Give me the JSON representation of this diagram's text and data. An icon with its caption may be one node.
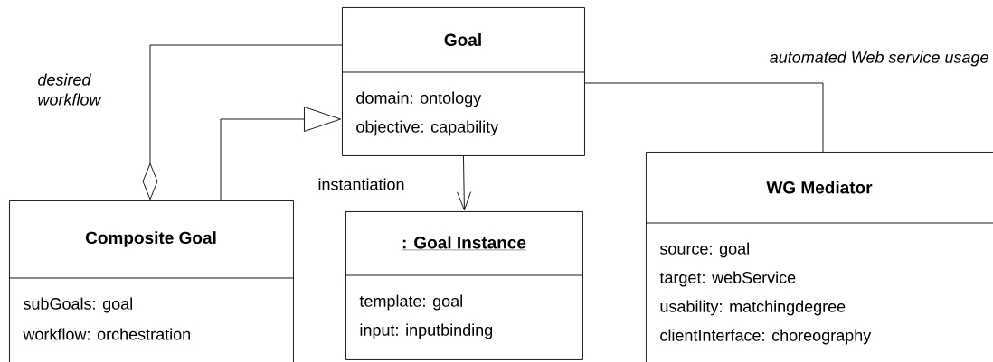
{
  "diagram": {
    "nodes": [
      {
        "text": [
          "Goal",
          "domain: ontology",
          "objective: capability"
        ]
      },
      {
        "text": [
          "Composite Goal",
          "subGoals: goal",
          "workflow: orchestration"
        ]
      },
      {
        "text": [
          ": Goal Instance",
          "template: goal",
          "input: inputbinding"
        ]
      },
      {
        "text": [
          "WG Mediator",
          "source: goal",
          "target: webService",
          "usability: matchingdegree",
          "clientInterface: choreography"
        ]
      }
    ],
    "edges": [
      {
        "from": 0,
        "to": 1,
        "arrow": "other",
        "label": "desired workflow"
      },
      {
        "from": 1,
        "to": 0,
        "arrow": "to"
      },
      {
        "from": 0,
        "to": 2,
        "arrow": "to",
        "label": "instantiation"
      },
      {
        "from": 0,
        "to": 3,
        "arrow": "none",
        "label": "automated Web service usage"
      }
    ]
  }
}
